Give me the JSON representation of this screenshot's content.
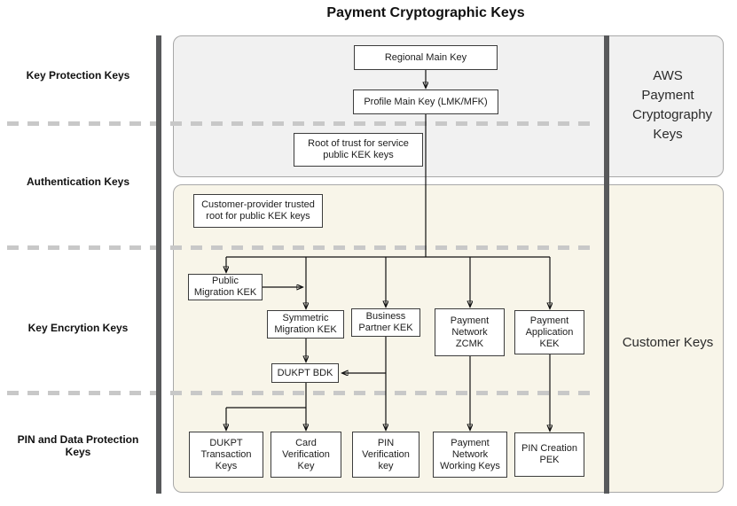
{
  "title": "Payment Cryptographic Keys",
  "row_labels": {
    "key_protection": "Key Protection Keys",
    "authentication": "Authentication Keys",
    "key_encryption": "Key Encrytion Keys",
    "pin_data_protection": "PIN and Data Protection Keys"
  },
  "containers": {
    "aws": {
      "label": "AWS Payment Cryptography Keys"
    },
    "customer": {
      "label": "Customer Keys"
    }
  },
  "nodes": {
    "regional_main_key": "Regional Main Key",
    "profile_main_key": "Profile Main Key (LMK/MFK)",
    "root_of_trust": "Root of trust for service public KEK keys",
    "customer_provider_root": "Customer-provider trusted root for public KEK keys",
    "public_migration_kek": "Public Migration KEK",
    "symmetric_migration_kek": "Symmetric Migration KEK",
    "business_partner_kek": "Business Partner KEK",
    "payment_network_zcmk": "Payment Network ZCMK",
    "payment_application_kek": "Payment Application KEK",
    "dukpt_bdk": "DUKPT BDK",
    "dukpt_transaction_keys": "DUKPT Transaction Keys",
    "card_verification_key": "Card Verification Key",
    "pin_verification_key": "PIN Verification key",
    "payment_network_working_keys": "Payment Network Working Keys",
    "pin_creation_pek": "PIN Creation PEK"
  },
  "edges": [
    {
      "from": "regional_main_key",
      "to": "profile_main_key"
    },
    {
      "from": "profile_main_key",
      "to": "public_migration_kek"
    },
    {
      "from": "profile_main_key",
      "to": "symmetric_migration_kek"
    },
    {
      "from": "profile_main_key",
      "to": "business_partner_kek"
    },
    {
      "from": "profile_main_key",
      "to": "payment_network_zcmk"
    },
    {
      "from": "profile_main_key",
      "to": "payment_application_kek"
    },
    {
      "from": "public_migration_kek",
      "to": "symmetric_migration_kek"
    },
    {
      "from": "symmetric_migration_kek",
      "to": "dukpt_bdk"
    },
    {
      "from": "business_partner_kek",
      "to": "dukpt_bdk"
    },
    {
      "from": "dukpt_bdk",
      "to": "dukpt_transaction_keys"
    },
    {
      "from": "dukpt_bdk",
      "to": "card_verification_key"
    },
    {
      "from": "business_partner_kek",
      "to": "pin_verification_key"
    },
    {
      "from": "payment_network_zcmk",
      "to": "payment_network_working_keys"
    },
    {
      "from": "payment_application_kek",
      "to": "pin_creation_pek"
    }
  ],
  "colors": {
    "aws_container_fill": "#f1f1f1",
    "customer_container_fill": "#f8f5e9",
    "divider_bar": "#58595b",
    "dashed_line": "#c8c8c8",
    "node_fill": "#ffffff",
    "node_border": "#3c3c3c",
    "arrow": "#111111"
  }
}
